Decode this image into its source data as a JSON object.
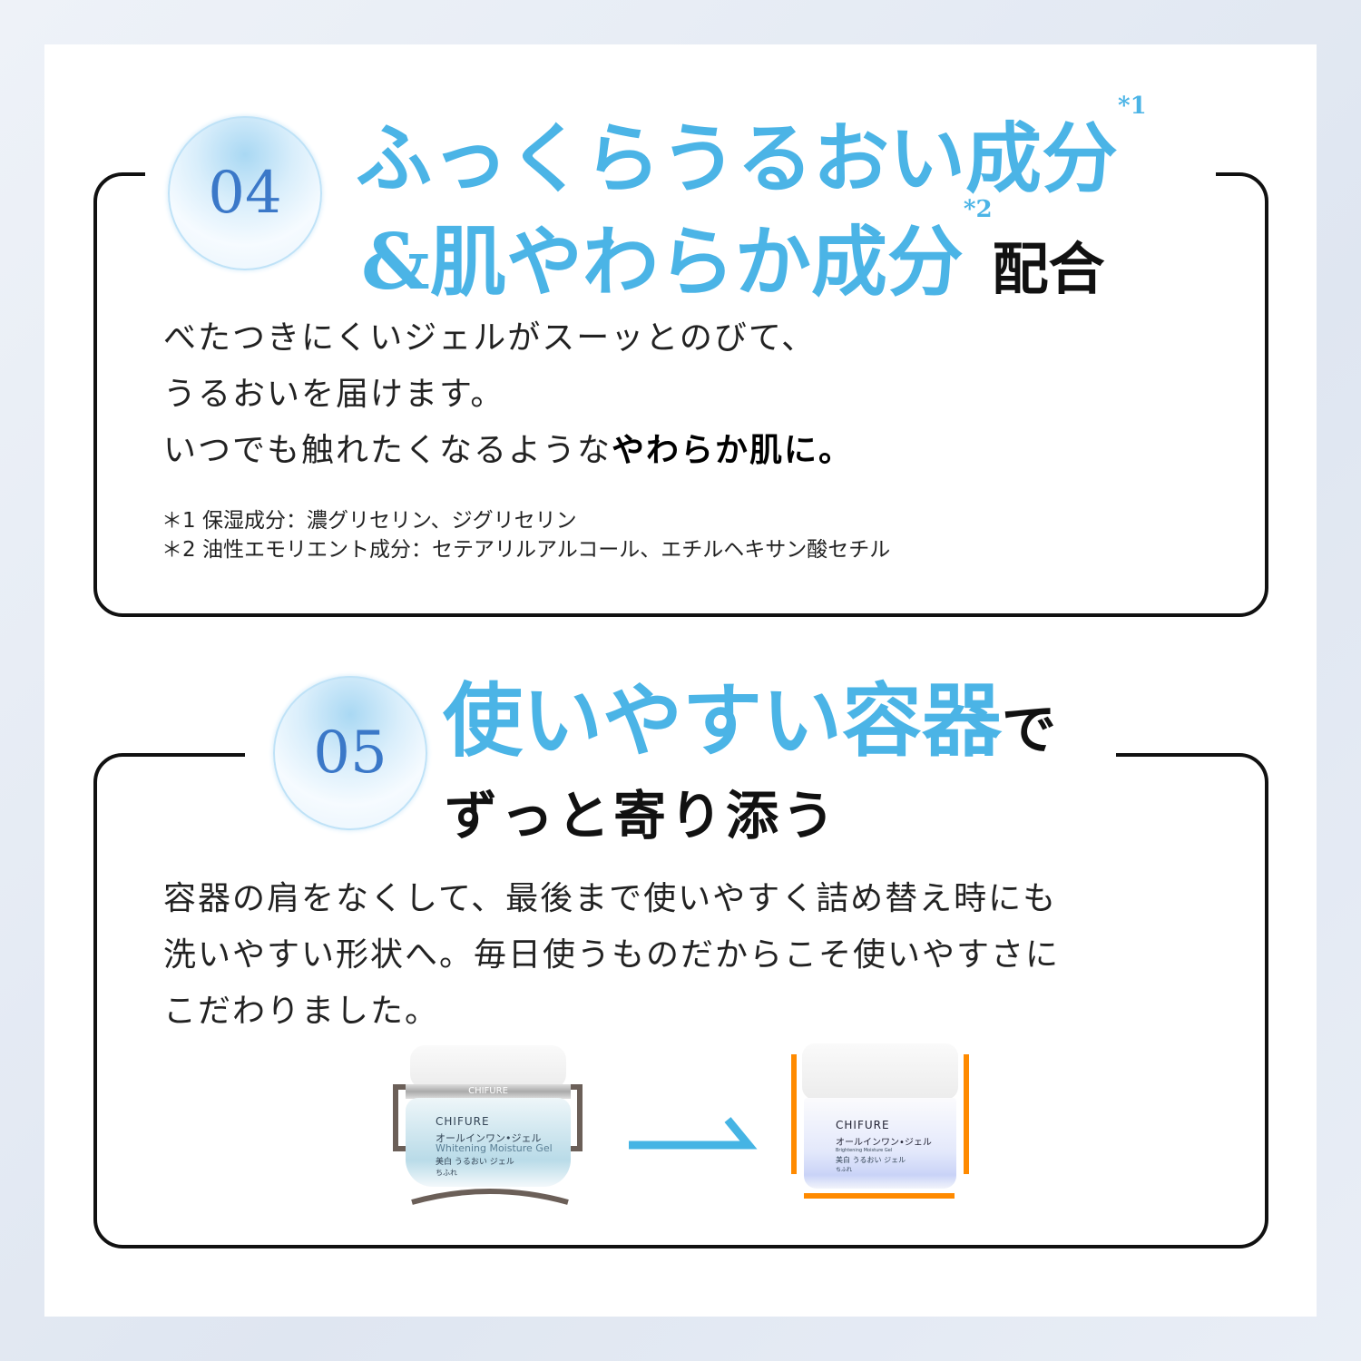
{
  "section4": {
    "number": "04",
    "title_line1": "ふっくらうるおい成分",
    "sup1": "*1",
    "title_line2": "&肌やわらか成分",
    "sup2": "*2",
    "title_suffix": "配合",
    "body": [
      "べたつきにくいジェルがスーッとのびて、",
      "うるおいを届けます。"
    ],
    "body_line3_normal": "いつでも触れたくなるような",
    "body_line3_bold": "やわらか肌に。",
    "notes": [
      "＊1 保湿成分：濃グリセリン、ジグリセリン",
      "＊2 油性エモリエント成分：セテアリルアルコール、エチルヘキサン酸セチル"
    ]
  },
  "section5": {
    "number": "05",
    "title_line1": "使いやすい容器",
    "title_line1_suffix": "で",
    "title_line2": "ずっと寄り添う",
    "body": [
      "容器の肩をなくして、最後まで使いやすく詰め替え時にも",
      "洗いやすい形状へ。毎日使うものだからこそ使いやすさに",
      "こだわりました。"
    ]
  },
  "jar_old": {
    "band": "CHIFURE",
    "brand": "CHIFURE",
    "name": "オールインワン•ジェル",
    "en": "Whitening Moisture Gel",
    "ja": "美白 うるおい ジェル",
    "logo": "ちふれ"
  },
  "jar_new": {
    "brand": "CHIFURE",
    "name": "オールインワン•ジェル",
    "en": "Brightening Moisture Gel",
    "ja": "美白 うるおい ジェル",
    "logo": "ちふれ"
  },
  "colors": {
    "accent": "#4bb4e6",
    "orange": "#ff8a00",
    "bracket": "#6b5f58"
  }
}
